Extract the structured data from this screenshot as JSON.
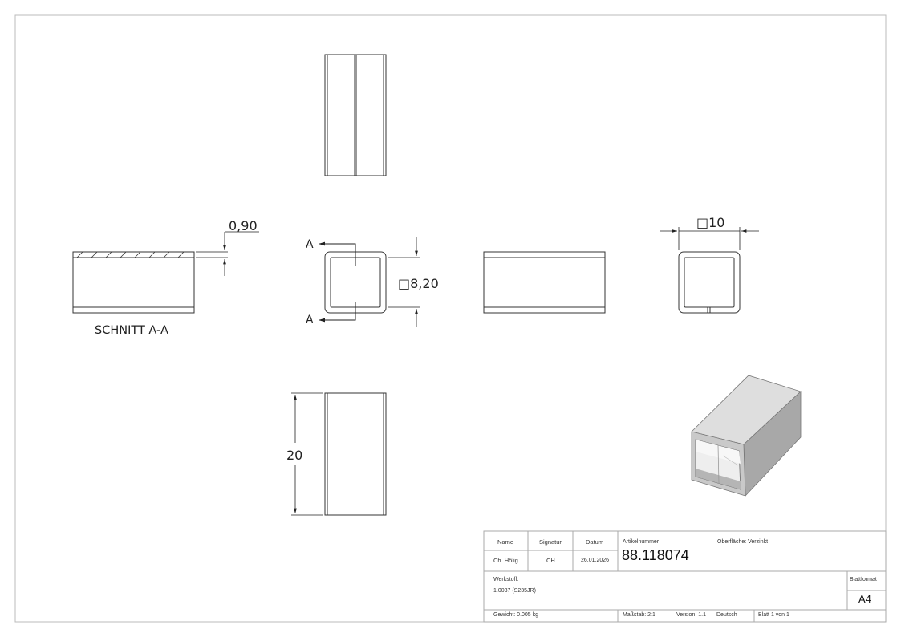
{
  "views": {
    "section_label": "SCHNITT A-A",
    "cut_label": "A"
  },
  "dimensions": {
    "wall": "0,90",
    "inner_square": "□8,20",
    "outer_square": "□10",
    "length": "20"
  },
  "title_block": {
    "headers": {
      "name": "Name",
      "signature": "Signatur",
      "date": "Datum"
    },
    "name": "Ch. Hölig",
    "signature": "CH",
    "date": "26.01.2026",
    "article_label": "Artikelnummer",
    "article_number": "88.118074",
    "surface": "Oberfläche:  Verzinkt",
    "material_label": "Werkstoff:",
    "material": "1.0037 (S235JR)",
    "format_label": "Blattformat",
    "format": "A4",
    "weight": "Gewicht: 0.005 kg",
    "scale": "Maßstab: 2:1",
    "version": "Version: 1.1",
    "language": "Deutsch",
    "sheet": "Blatt 1 von 1"
  },
  "colors": {
    "line": "#333333",
    "frame": "#bbbbbb",
    "iso_top": "#dcdcdc",
    "iso_side": "#a9a9a9",
    "iso_front": "#c8c8c8"
  }
}
